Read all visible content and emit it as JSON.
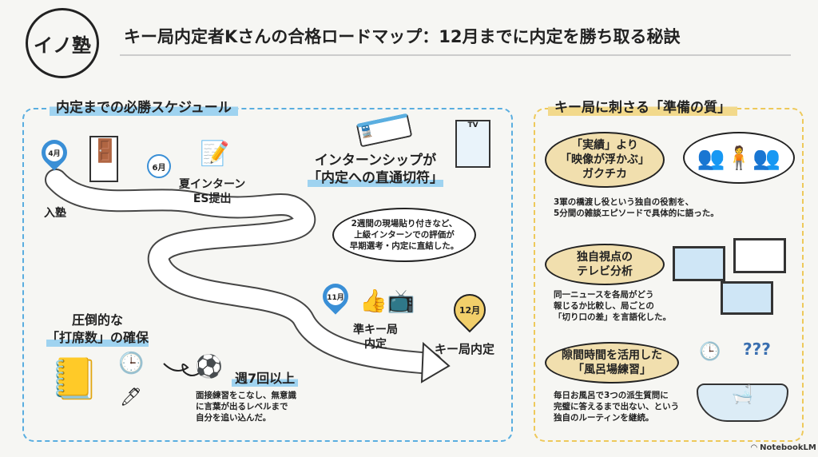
{
  "header": {
    "logo": "イノ塾",
    "title": "キー局内定者Kさんの合格ロードマップ：12月までに内定を勝ち取る秘訣"
  },
  "left": {
    "heading": "内定までの必勝スケジュール",
    "milestones": [
      {
        "month": "4月",
        "label": "入塾"
      },
      {
        "month": "6月",
        "label": "夏インターン",
        "label2": "ES提出"
      },
      {
        "month": "11月",
        "label": "準キー局",
        "label2": "内定"
      },
      {
        "month": "12月",
        "label": "キー局内定"
      }
    ],
    "internship": {
      "title1": "インターンシップが",
      "title2": "「内定への直通切符」",
      "body": [
        "2週間の現場貼り付きなど、",
        "上級インターンでの評価が",
        "早期選考・内定に直結した。"
      ],
      "tv_sign": "TV"
    },
    "practice": {
      "title1": "圧倒的な",
      "title2": "「打席数」の確保",
      "count": "週7回以上",
      "body": [
        "面接練習をこなし、無意識",
        "に言葉が出るレベルまで",
        "自分を追い込んだ。"
      ]
    }
  },
  "right": {
    "heading": "キー局に刺さる「準備の質」",
    "items": [
      {
        "bubble": [
          "「実績」より",
          "「映像が浮かぶ」",
          "ガクチカ"
        ],
        "body": [
          "3軍の橋渡し役という独自の役割を、",
          "5分間の雑談エピソードで具体的に語った。"
        ]
      },
      {
        "bubble": [
          "独自視点の",
          "テレビ分析"
        ],
        "body": [
          "同一ニュースを各局がどう",
          "報じるか比較し、局ごとの",
          "「切り口の差」を言語化した。"
        ]
      },
      {
        "bubble": [
          "隙間時間を活用した",
          "「風呂場練習」"
        ],
        "body": [
          "毎日お風呂で3つの派生質問に",
          "完璧に答えるまで出ない、という",
          "独自のルーティンを継続。"
        ]
      }
    ]
  },
  "footer": {
    "brand": "NotebookLM"
  },
  "colors": {
    "blue": "#3a8fd6",
    "yellow": "#eec95a",
    "bubble": "#f1dfae"
  }
}
